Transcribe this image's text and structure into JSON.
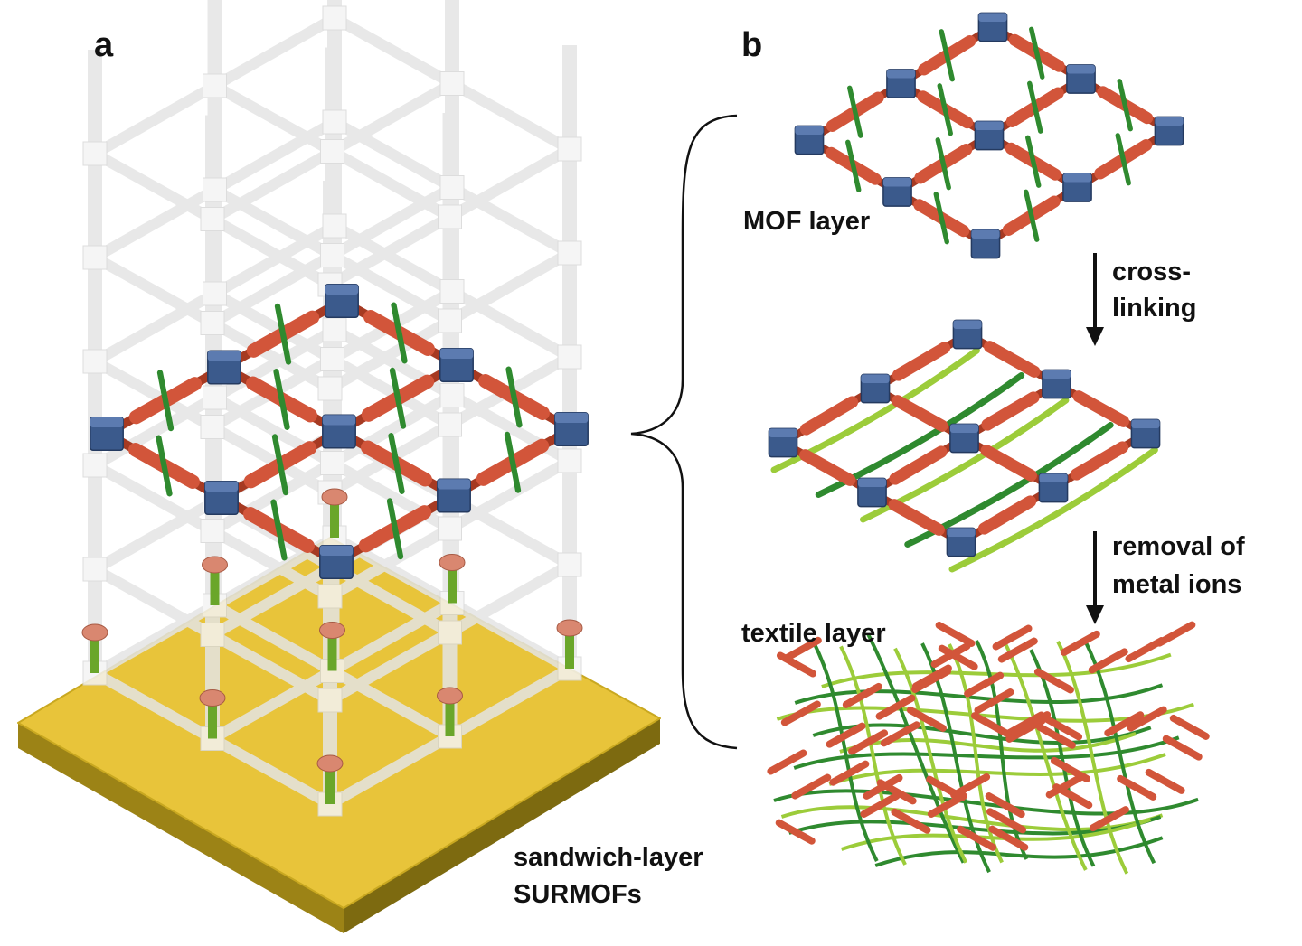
{
  "panels": {
    "a": {
      "label": "a",
      "caption_line1": "sandwich-layer",
      "caption_line2": "SURMOFs"
    },
    "b": {
      "label": "b",
      "mof_layer": "MOF layer",
      "step1_line1": "cross-",
      "step1_line2": "linking",
      "step2_line1": "removal of",
      "step2_line2": "metal ions",
      "textile_layer": "textile layer"
    }
  },
  "colors": {
    "node": "#3b5a8c",
    "linker": "#d2553a",
    "crosslinker_dark": "#2f8a2f",
    "crosslinker_light": "#9ccc3a",
    "substrate": "#e8c43a",
    "scaffold": "#e4e4e4"
  }
}
